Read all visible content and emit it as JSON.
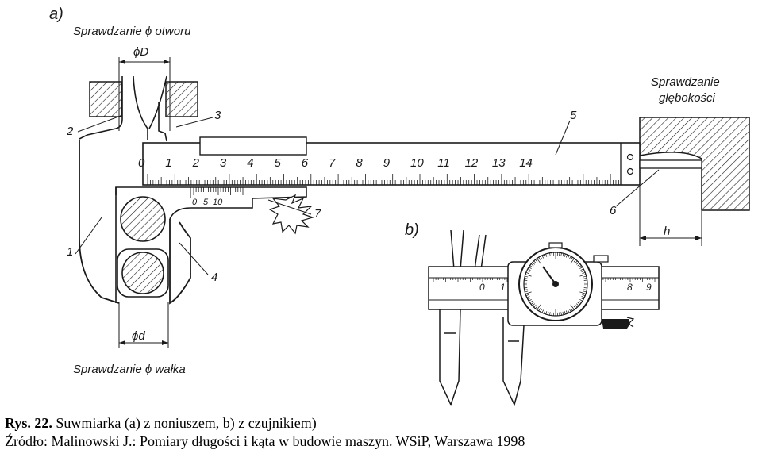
{
  "figure": {
    "panel_a": "a)",
    "panel_b": "b)",
    "hole_check": "Sprawdzanie ϕ otworu",
    "phi_D": "ϕD",
    "depth_check_line1": "Sprawdzanie",
    "depth_check_line2": "głębokości",
    "shaft_check": "Sprawdzanie ϕ wałka",
    "phi_d": "ϕd",
    "h": "h",
    "callouts": [
      "1",
      "2",
      "3",
      "4",
      "5",
      "6",
      "7"
    ],
    "scale_numbers": [
      "0",
      "1",
      "2",
      "3",
      "4",
      "5",
      "6",
      "7",
      "8",
      "9",
      "10",
      "11",
      "12",
      "13",
      "14"
    ],
    "vernier_labels": [
      "0",
      "5",
      "10"
    ],
    "dial_scale_left": [
      "0",
      "1"
    ],
    "dial_scale_right": [
      "8",
      "9"
    ]
  },
  "caption": {
    "label": "Rys. 22.",
    "title": "Suwmiarka (a) z noniuszem, b) z czujnikiem)",
    "source": "Źródło: Malinowski J.: Pomiary długości i kąta w budowie maszyn. WSiP, Warszawa 1998"
  },
  "colors": {
    "ink": "#1a1a1a",
    "background": "#ffffff"
  },
  "icons": [
    "hatching-pattern",
    "knurled-wheel",
    "dial-gauge"
  ]
}
